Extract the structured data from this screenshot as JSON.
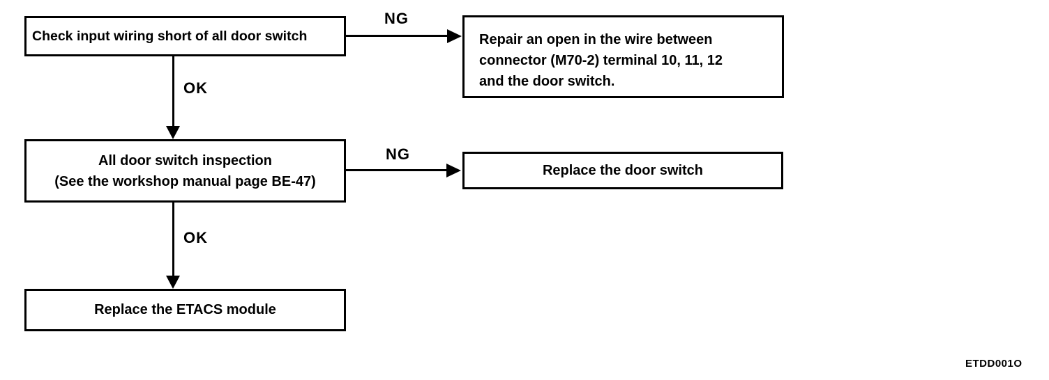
{
  "flowchart": {
    "boxes": {
      "check_wiring": {
        "text": "Check input wiring short of all door switch"
      },
      "repair_open": {
        "line1": "Repair an open in the wire between",
        "line2": "connector (M70-2) terminal 10, 11, 12",
        "line3": "and the door switch."
      },
      "inspection": {
        "line1": "All door switch inspection",
        "line2": "(See the workshop manual page BE-47)"
      },
      "replace_door_switch": {
        "text": "Replace the door switch"
      },
      "replace_etacs": {
        "text": "Replace the ETACS module"
      }
    },
    "edge_labels": {
      "ng1": "NG",
      "ok1": "OK",
      "ng2": "NG",
      "ok2": "OK"
    },
    "footer_code": "ETDD001O",
    "colors": {
      "ink": "#000000",
      "background": "#ffffff"
    }
  }
}
